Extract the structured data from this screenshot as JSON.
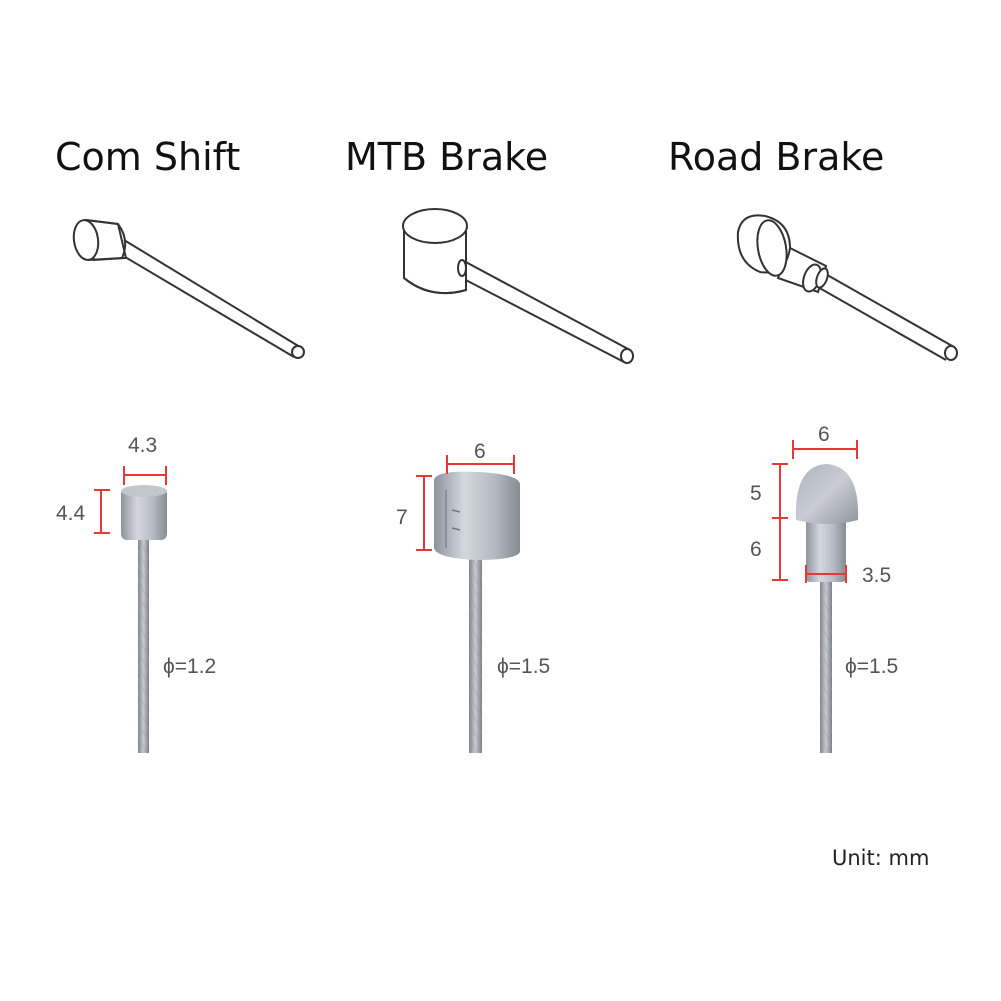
{
  "titles": {
    "com_shift": "Com Shift",
    "mtb_brake": "MTB Brake",
    "road_brake": "Road Brake"
  },
  "com_shift": {
    "width": "4.3",
    "height": "4.4",
    "diameter": "ϕ=1.2"
  },
  "mtb_brake": {
    "width": "6",
    "height": "7",
    "diameter": "ϕ=1.5"
  },
  "road_brake": {
    "head_width": "6",
    "head_height": "5",
    "neck_height": "6",
    "neck_width": "3.5",
    "diameter": "ϕ=1.5"
  },
  "unit": "Unit: mm",
  "colors": {
    "dimension_line": "#e53935",
    "metal": "#b9bcc4",
    "outline": "#333333"
  }
}
